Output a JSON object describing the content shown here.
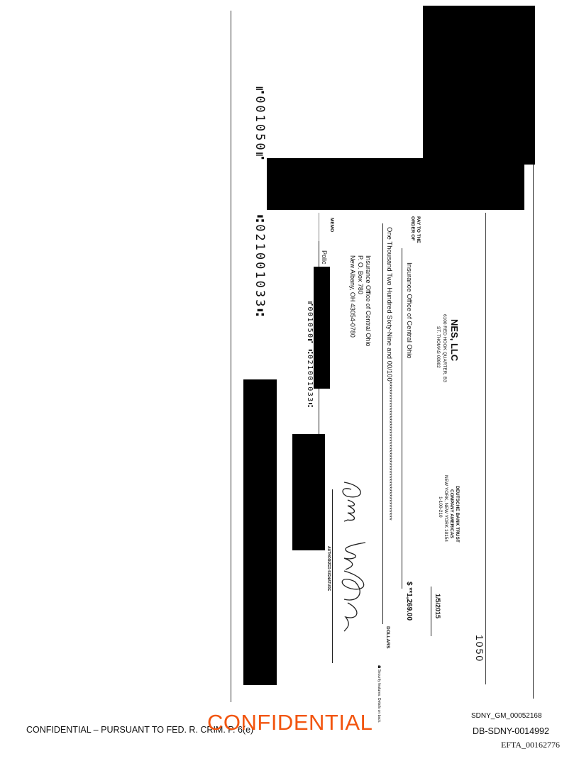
{
  "document": {
    "outer_micr": {
      "check_number": "⑈001050⑈",
      "routing_account": "⑆021001033⑆"
    },
    "check": {
      "drawer_name": "NES, LLC",
      "drawer_address_line1": "6100 RED HOOK QUARTER, B3",
      "drawer_address_line2": "ST. THOMAS 00802",
      "check_number": "1050",
      "bank_name_line1": "DEUTSCHE BANK TRUST",
      "bank_name_line2": "COMPANY AMERICAS",
      "bank_city": "NEW YORK, NEW YORK  10154",
      "bank_routing_fraction": "1-100-210",
      "date": "1/5/2015",
      "pay_to_label_line1": "PAY TO THE",
      "pay_to_label_line2": "ORDER OF",
      "payee": "Insurance Office of Central Ohio",
      "amount_numeric": "$ **1,269.00",
      "amount_words": "One Thousand Two Hundred Sixty-Nine and 00/100*****************************************************",
      "dollars_label": "DOLLARS",
      "payee_address_line1": "Insurance Office of Central Ohio",
      "payee_address_line2": "P. O. Box 780",
      "payee_address_line3": "New Albany, OH 43054-0780",
      "memo_label": "MEMO",
      "memo_value": "Polic",
      "signature_label": "AUTHORIZED SIGNATURE",
      "security_note": "Security features. Details on back.",
      "micr_line": "⑈001050⑈ ⑆021001033⑆"
    }
  },
  "footer": {
    "confidential_notice": "CONFIDENTIAL – PURSUANT TO FED. R. CRIM. P. 6(e)",
    "confidential_stamp": "CONFIDENTIAL",
    "bates_sdny_gm": "SDNY_GM_00052168",
    "bates_db_sdny": "DB-SDNY-0014992",
    "bates_efta": "EFTA_00162776"
  },
  "colors": {
    "stamp": "#f2550f",
    "redaction": "#000000"
  }
}
